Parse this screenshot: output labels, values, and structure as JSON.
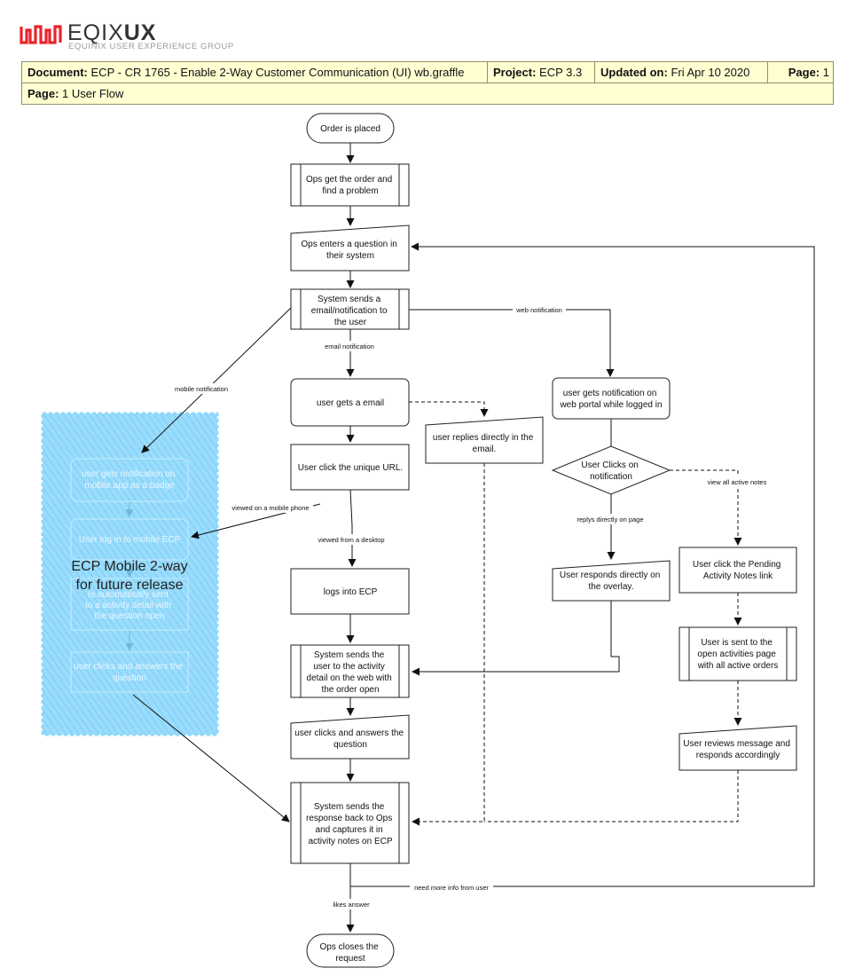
{
  "header": {
    "logo_text_light": "EQIX",
    "logo_text_bold": "UX",
    "logo_subtitle": "EQUINIX USER EXPERIENCE GROUP",
    "document_label": "Document:",
    "document_value": "ECP - CR 1765 - Enable 2-Way Customer Communication (UI) wb.graffle",
    "project_label": "Project:",
    "project_value": "ECP 3.3",
    "updated_label": "Updated on:",
    "updated_value": "Fri Apr 10 2020",
    "page_label": "Page:",
    "page_value": "1",
    "page2_label": "Page:",
    "page2_value": "1 User Flow"
  },
  "colors": {
    "logo_red": "#e8242b",
    "header_fill": "#ffffd2",
    "mobile_area": "#8ed8fb"
  },
  "nodes": {
    "order_placed": [
      "Order is placed"
    ],
    "ops_get_order": [
      "Ops get the order and",
      "find a problem"
    ],
    "ops_enters_question": [
      "Ops enters a question in",
      "their system"
    ],
    "system_sends_email": [
      "System sends a",
      "email/notification to",
      "the user"
    ],
    "user_gets_email": [
      "user gets a email"
    ],
    "user_clicks_url": [
      "User click the unique URL."
    ],
    "logs_into_ecp": [
      "logs into ECP"
    ],
    "system_sends_user": [
      "System sends the",
      "user to the activity",
      "detail on the web with",
      "the order open"
    ],
    "user_answers": [
      "user clicks and answers the",
      "question"
    ],
    "system_sends_response": [
      "System sends the",
      "response back to Ops",
      "and captures it in",
      "activity notes on ECP"
    ],
    "ops_closes": [
      "Ops closes the",
      "request"
    ],
    "user_replies_email": [
      "user replies directly in the",
      "email."
    ],
    "user_web_notification": [
      "user gets notification on",
      "web portal while logged in"
    ],
    "user_clicks_notification": [
      "User Clicks on",
      "notification"
    ],
    "user_responds_overlay": [
      "User responds directly on",
      "the overlay."
    ],
    "user_click_pending": [
      "User click the Pending",
      "Activity Notes link"
    ],
    "user_sent_open": [
      "User is sent to the",
      "open activities page",
      "with all active orders"
    ],
    "user_reviews": [
      "User reviews message and",
      "responds accordingly"
    ]
  },
  "mobile": {
    "title": "ECP Mobile 2-way",
    "subtitle": "for future release",
    "mobile_badge": [
      "user gets notification on",
      "mobile app as a badge"
    ],
    "mobile_login": [
      "User log in to mobile ECP"
    ],
    "mobile_sent": [
      "Is automatically sent",
      "to a activity detail with",
      "the question open"
    ],
    "mobile_answers": [
      "user clicks and answers the",
      "question"
    ]
  },
  "edges": {
    "web_notification": "web notification",
    "email_notification": "email notification",
    "mobile_notification": "mobile notification",
    "viewed_mobile": "viewed on a mobile phone",
    "viewed_desktop": "viewed from a desktop",
    "replys_directly": "replys directly on page",
    "view_all_notes": "view all active notes",
    "need_more_info": "need more info from user",
    "likes_answer": "likes answer"
  }
}
